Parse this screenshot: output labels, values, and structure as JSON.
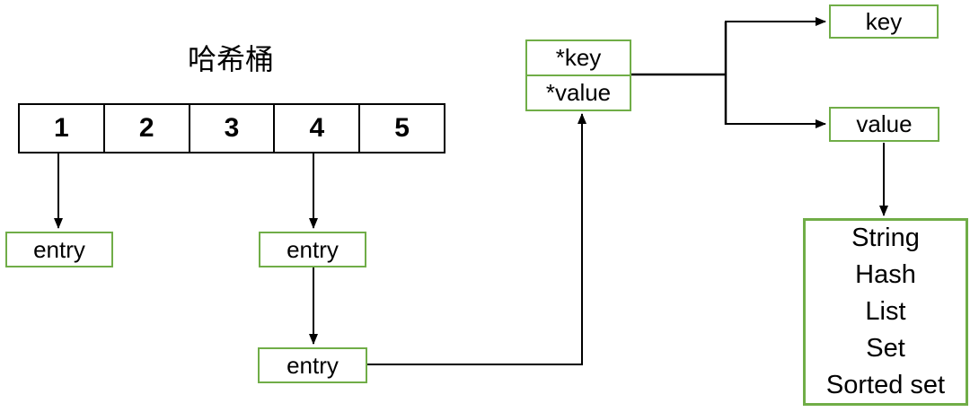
{
  "diagram": {
    "title": "哈希桶",
    "colors": {
      "box_green": "#70AD47",
      "line_black": "#000000"
    },
    "hash_array": {
      "cells": [
        "1",
        "2",
        "3",
        "4",
        "5"
      ]
    },
    "entries": {
      "entry1": "entry",
      "entry2": "entry",
      "entry3": "entry"
    },
    "pointer_node": {
      "rows": [
        "*key",
        "*value"
      ]
    },
    "key_node": "key",
    "value_node": "value",
    "value_types": {
      "items": [
        "String",
        "Hash",
        "List",
        "Set",
        "Sorted set"
      ]
    },
    "edges": [
      {
        "from": "bucket-1",
        "to": "entry-1"
      },
      {
        "from": "bucket-4",
        "to": "entry-2"
      },
      {
        "from": "entry-2",
        "to": "entry-3"
      },
      {
        "from": "entry-3",
        "to": "pointer-node"
      },
      {
        "from": "pointer-node",
        "to": "key"
      },
      {
        "from": "pointer-node",
        "to": "value"
      },
      {
        "from": "value",
        "to": "value-types"
      }
    ]
  }
}
